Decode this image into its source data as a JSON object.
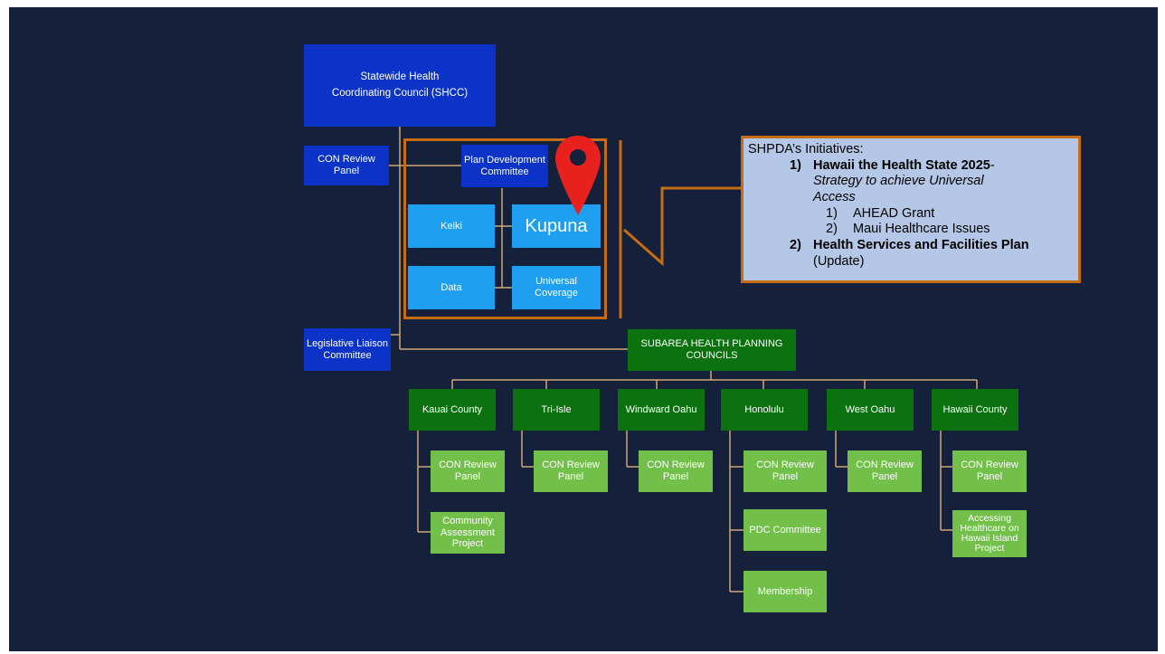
{
  "org_chart": {
    "shcc": "Statewide Health Coordinating Council (SHCC)",
    "con_review_top": "CON Review Panel",
    "plan_dev": "Plan Development Committee",
    "keiki": "Keiki",
    "kupuna": "Kupuna",
    "data": "Data",
    "universal_coverage": "Universal Coverage",
    "legislative": "Legislative Liaison Committee",
    "subarea": "SUBAREA HEALTH PLANNING COUNCILS",
    "counties": [
      "Kauai County",
      "Tri-Isle",
      "Windward Oahu",
      "Honolulu",
      "West Oahu",
      "Hawaii County"
    ],
    "sub_items": {
      "kauai": [
        "CON Review Panel",
        "Community Assessment Project"
      ],
      "triisle": [
        "CON Review Panel"
      ],
      "windward": [
        "CON Review Panel"
      ],
      "honolulu": [
        "CON Review Panel",
        "PDC Committee",
        "Membership"
      ],
      "westoahu": [
        "CON Review Panel"
      ],
      "hawaii": [
        "CON Review Panel",
        "Accessing Healthcare on Hawaii Island Project"
      ]
    }
  },
  "initiatives": {
    "heading": "SHPDA’s Initiatives:",
    "item1_num": "1)",
    "item1_bold": "Hawaii the Health State 2025",
    "item1_dash": "-",
    "item1_italic_a": "Strategy to achieve Universal",
    "item1_italic_b": "Access",
    "sub1_num": "1)",
    "sub1_text": "AHEAD Grant",
    "sub2_num": "2)",
    "sub2_text": "Maui Healthcare Issues",
    "item2_num": "2)",
    "item2_bold": "Health Services and Facilities Plan",
    "item2_rest": "(Update)"
  },
  "colors": {
    "background": "#15203a",
    "navy_box": "#0b33c8",
    "cyan_box": "#1e9ff0",
    "dark_green_box": "#0b720f",
    "light_green_box": "#72c04a",
    "accent_orange": "#c46d14",
    "callout_fill": "#b5c7e6",
    "pin_red": "#e8211f"
  },
  "icons": {
    "pin": "map-pin-icon"
  }
}
